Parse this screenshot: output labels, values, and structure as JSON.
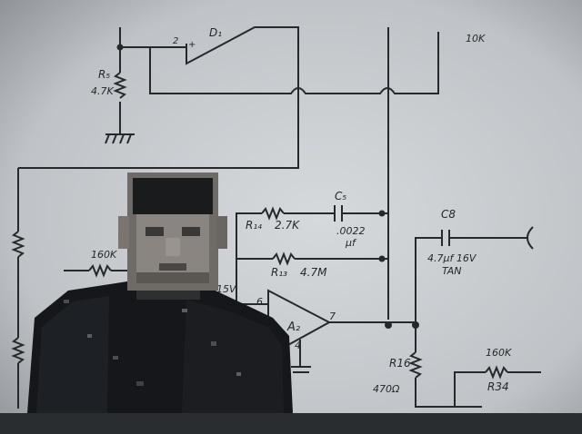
{
  "photo": {
    "paper_color": "#c9ccd0",
    "ink_color": "#26282b",
    "schematic": {
      "labels": {
        "d1": "D₁",
        "pin2": "2",
        "plus": "+",
        "r5": "R₅",
        "r5_val": "4.7K",
        "r10k": "10K",
        "c5": "C₅",
        "r14": "R₁₄",
        "r14_val": "2.7K",
        "c5_val1": ".0022",
        "c5_val2": "μf",
        "c8": "C8",
        "c8_val": "4.7μf 16V",
        "tan": "TAN",
        "r160k_left": "160K",
        "r13": "R₁₃",
        "r13_val": "4.7M",
        "v15": "15V",
        "pin6": "6",
        "a2": "A₂",
        "pin7": "7",
        "pin4": "4",
        "r16": "R16",
        "r16_val": "470Ω",
        "r160k_right": "160K",
        "r34": "R34"
      }
    },
    "person": {
      "description_icon": "pixelated-person"
    }
  }
}
